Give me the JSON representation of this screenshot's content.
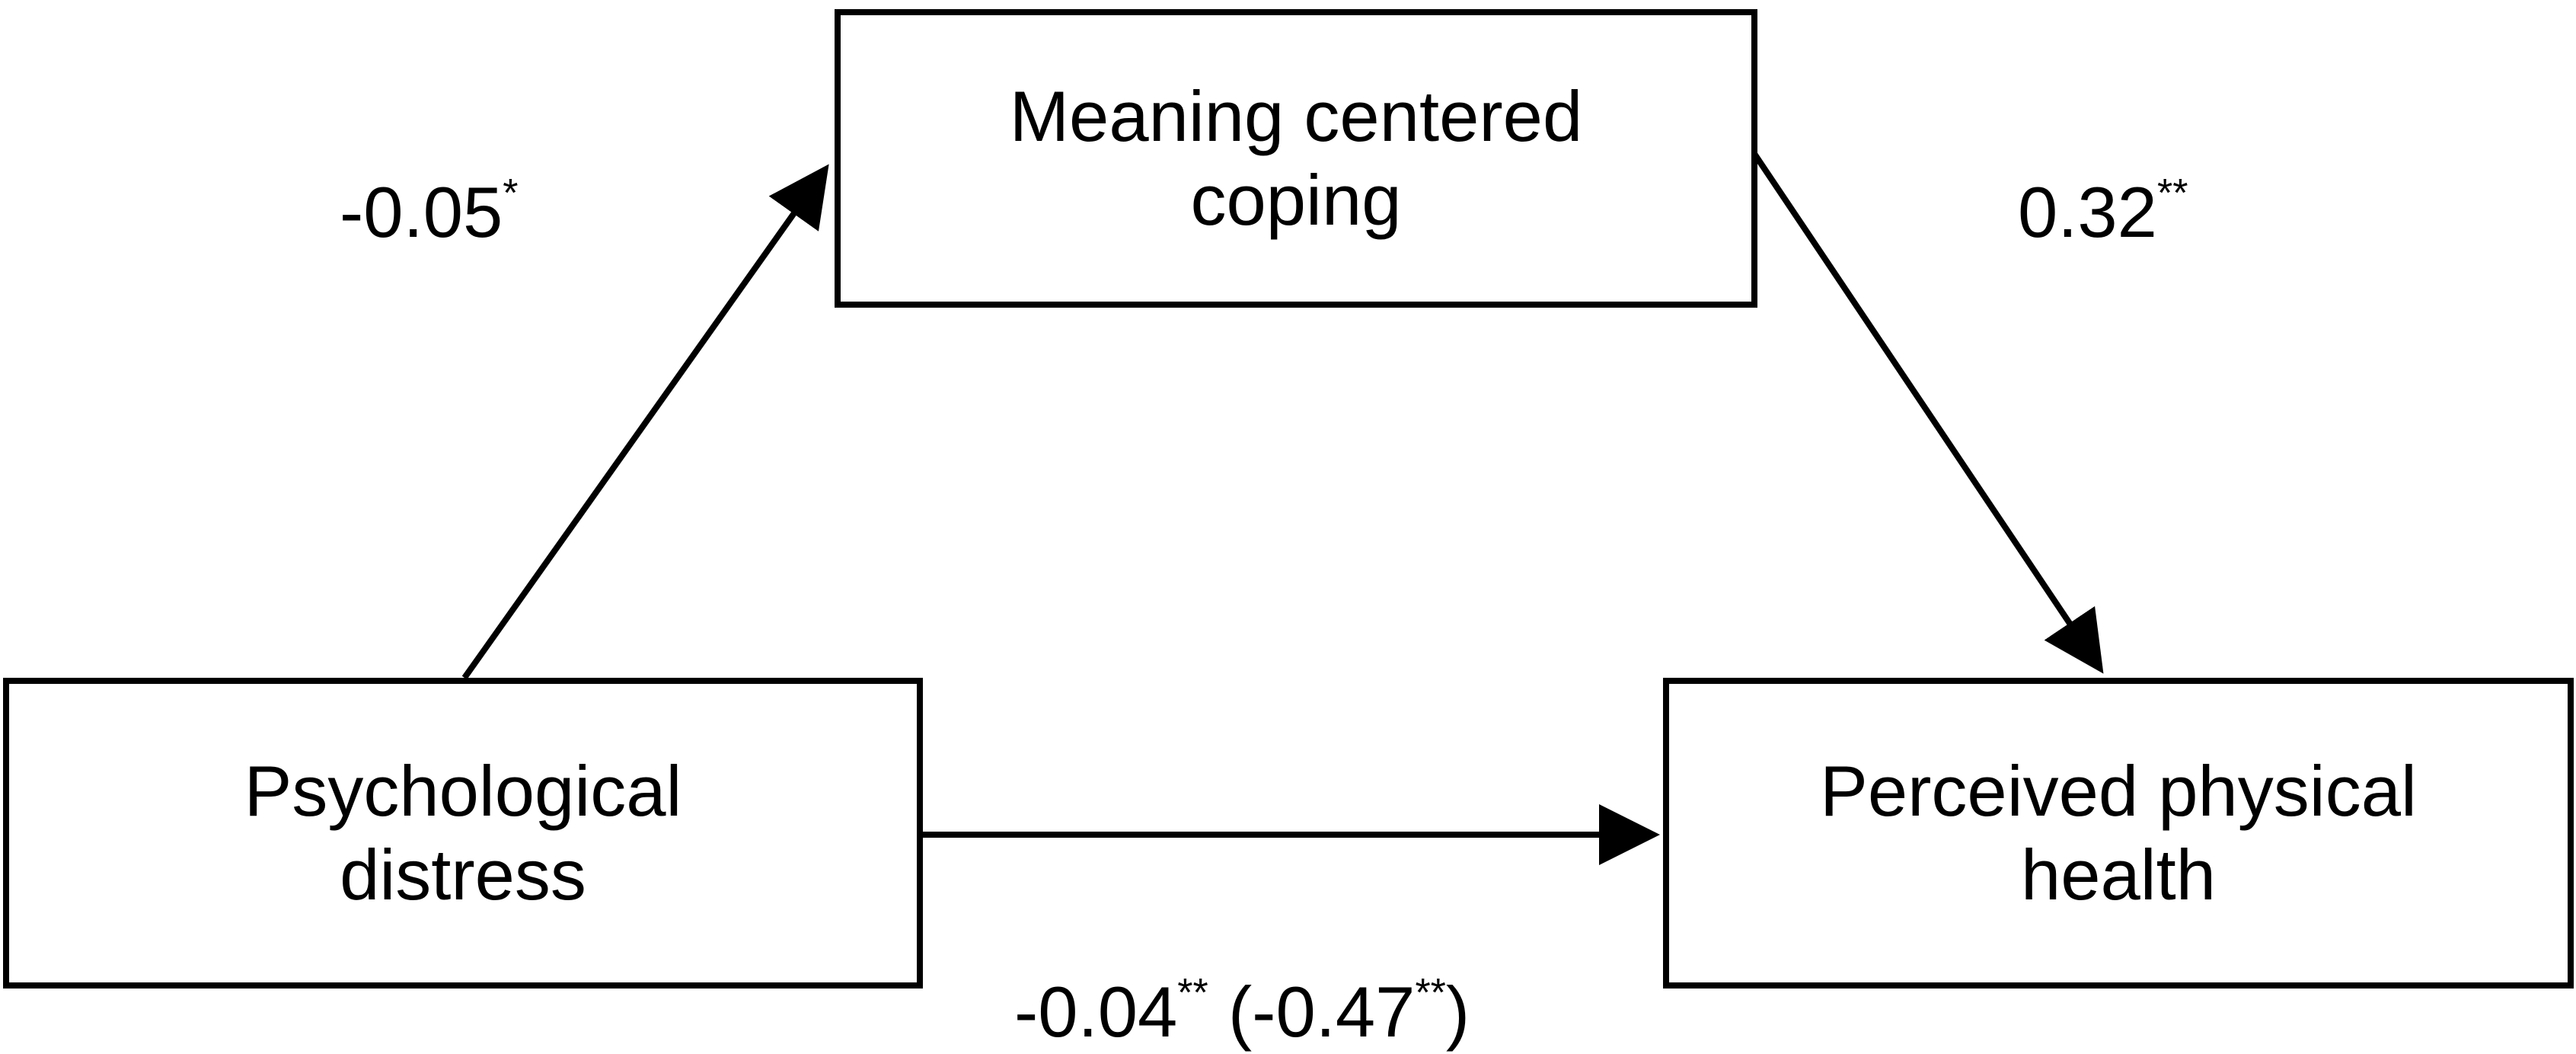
{
  "nodes": {
    "mediator": {
      "line1": "Meaning centered",
      "line2": "coping"
    },
    "predictor": {
      "line1": "Psychological",
      "line2": "distress"
    },
    "outcome": {
      "line1": "Perceived physical",
      "line2": "health"
    }
  },
  "paths": {
    "a": {
      "value": "-0.05",
      "sig": "*"
    },
    "b": {
      "value": "0.32",
      "sig": "**"
    },
    "c": {
      "value": "-0.04",
      "sig": "**",
      "total_open": " (",
      "total_value": "-0.47",
      "total_sig": "**",
      "total_close": ")"
    }
  },
  "colors": {
    "stroke": "#000000",
    "background": "#ffffff"
  }
}
